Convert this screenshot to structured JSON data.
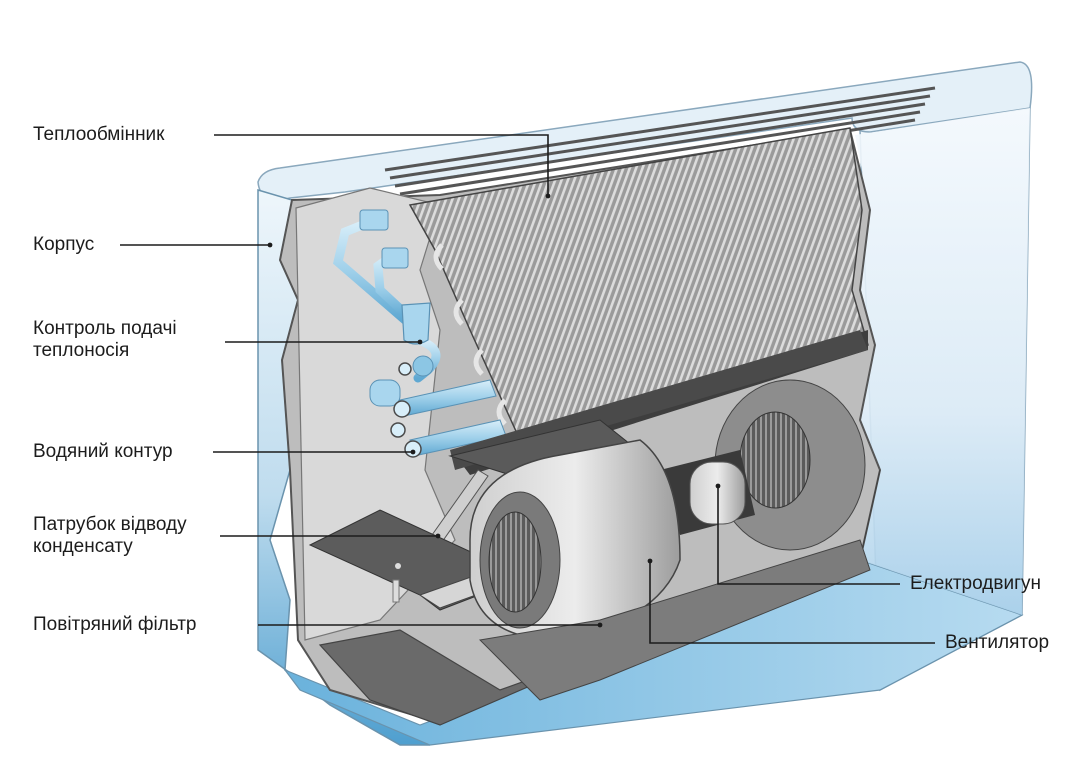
{
  "diagram": {
    "subject": "Fan coil unit cutaway",
    "colors": {
      "casing_light": "#e6f1f9",
      "casing_blue": "#5aa7d4",
      "metal_dark": "#5c5c5c",
      "metal_mid": "#8e8e8e",
      "metal_light": "#d4d4d4",
      "pipe_blue": "#9fd0ea",
      "leader_line": "#1c1c1c"
    },
    "labels": [
      {
        "id": "heat-exchanger",
        "lines": [
          "Теплообмінник"
        ]
      },
      {
        "id": "housing",
        "lines": [
          "Корпус"
        ]
      },
      {
        "id": "coolant-control",
        "lines": [
          "Контроль подачі",
          "теплоносія"
        ]
      },
      {
        "id": "water-circuit",
        "lines": [
          "Водяний контур"
        ]
      },
      {
        "id": "condensate-drain",
        "lines": [
          "Патрубок відводу",
          "конденсату"
        ]
      },
      {
        "id": "air-filter",
        "lines": [
          "Повітряний фільтр"
        ]
      },
      {
        "id": "electric-motor",
        "lines": [
          "Електродвигун"
        ]
      },
      {
        "id": "fan",
        "lines": [
          "Вентилятор"
        ]
      }
    ]
  }
}
